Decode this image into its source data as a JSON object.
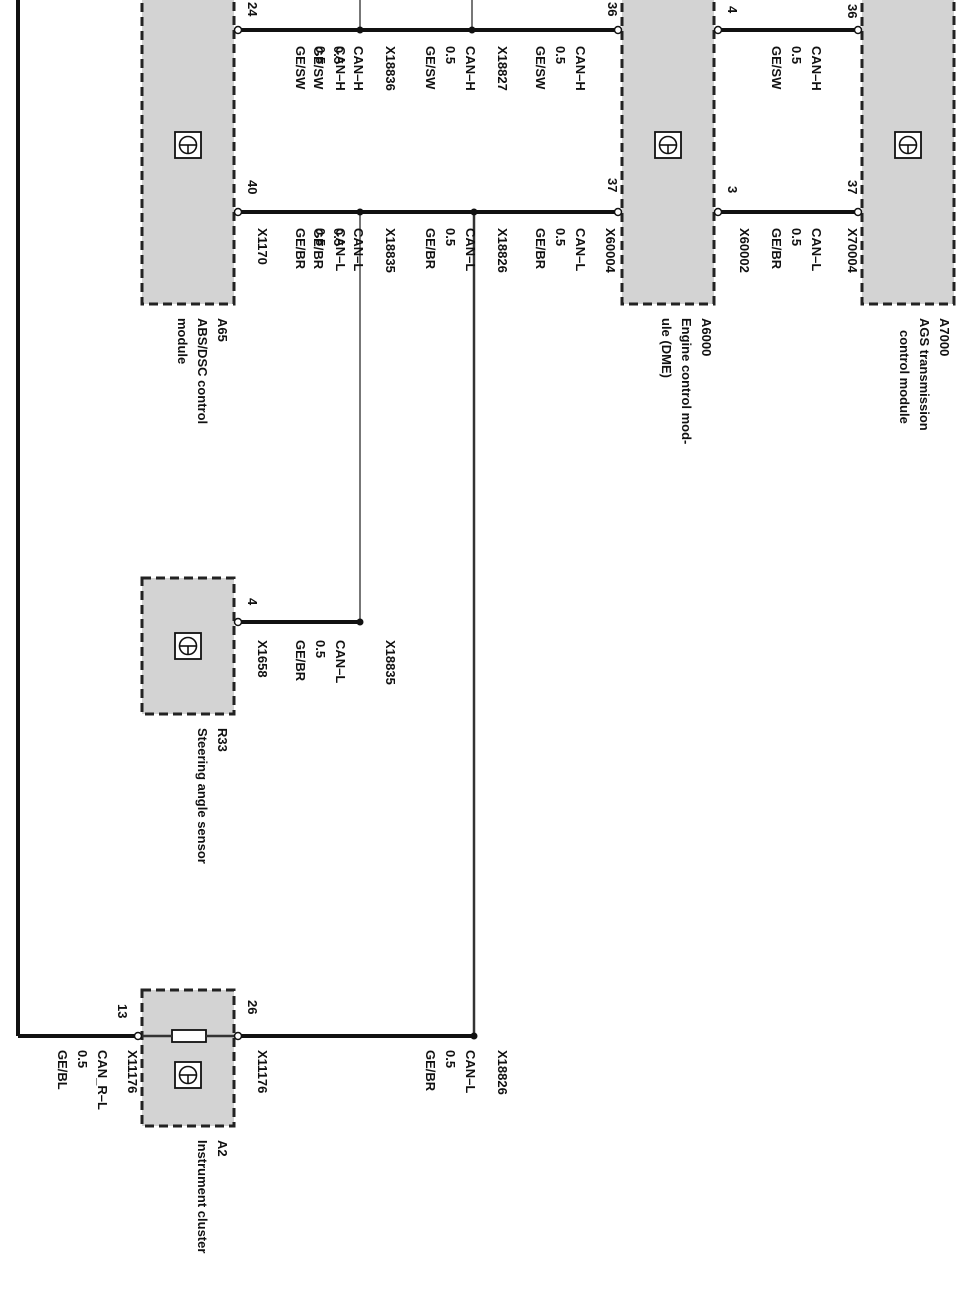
{
  "modules": {
    "a7000": {
      "id": "A7000",
      "name_line1": "AGS transmission",
      "name_line2": "control module"
    },
    "a6000": {
      "id": "A6000",
      "name_line1": "Engine control mod-",
      "name_line2": "ule (DME)"
    },
    "a65": {
      "id": "A65",
      "name_line1": "ABS/DSC control",
      "name_line2": "module"
    },
    "r33": {
      "id": "R33",
      "name_line1": "Steering angle sensor"
    },
    "a2": {
      "id": "A2",
      "name_line1": "Instrument cluster"
    }
  },
  "pins": {
    "a7000_top": "36",
    "a7000_bot": "37",
    "a6000_top_left": "4",
    "a6000_bot_left": "3",
    "a6000_top_right": "36",
    "a6000_bot_right": "37",
    "a65_top": "24",
    "a65_bot": "40",
    "r33": "4",
    "a2_top": "26",
    "a2_bot": "13"
  },
  "labels": {
    "a7000_h": [
      "CAN–H",
      "0.5",
      "GE/SW"
    ],
    "a7000_l": [
      "X70004",
      "CAN–L",
      "0.5",
      "GE/BR"
    ],
    "a6000_h_left": [
      "CAN–H",
      "0.5",
      "GE/SW"
    ],
    "a6000_l_left": [
      "X60002",
      "CAN–L",
      "0.5",
      "GE/BR"
    ],
    "a6000_h_right": [
      "CAN–H",
      "0.5",
      "GE/SW"
    ],
    "a6000_l_right": [
      "X60004",
      "CAN–L",
      "0.5",
      "GE/BR"
    ],
    "x18827_h": [
      "X18827",
      "CAN–H",
      "0.5",
      "GE/SW"
    ],
    "x18826_l": [
      "X18826",
      "CAN–L",
      "0.5",
      "GE/BR"
    ],
    "x18836_h": [
      "X18836",
      "CAN–H",
      "0.5",
      "GE/SW"
    ],
    "x18835_l": [
      "X18835",
      "CAN–L",
      "0.5",
      "GE/BR"
    ],
    "a65_h": [
      "CAN–H",
      "0.5",
      "GE/SW"
    ],
    "a65_l": [
      "X1170",
      "CAN–L",
      "0.5",
      "GE/BR"
    ],
    "r33_splice": "X18835",
    "r33_l": [
      "X1658",
      "CAN–L",
      "0.5",
      "GE/BR"
    ],
    "a2_splice": "X18826",
    "a2_l": [
      "X11176",
      "CAN–L",
      "0.5",
      "GE/BR"
    ],
    "a2_r": [
      "X11176",
      "CAN_R–L",
      "0.5",
      "GE/BL"
    ]
  }
}
